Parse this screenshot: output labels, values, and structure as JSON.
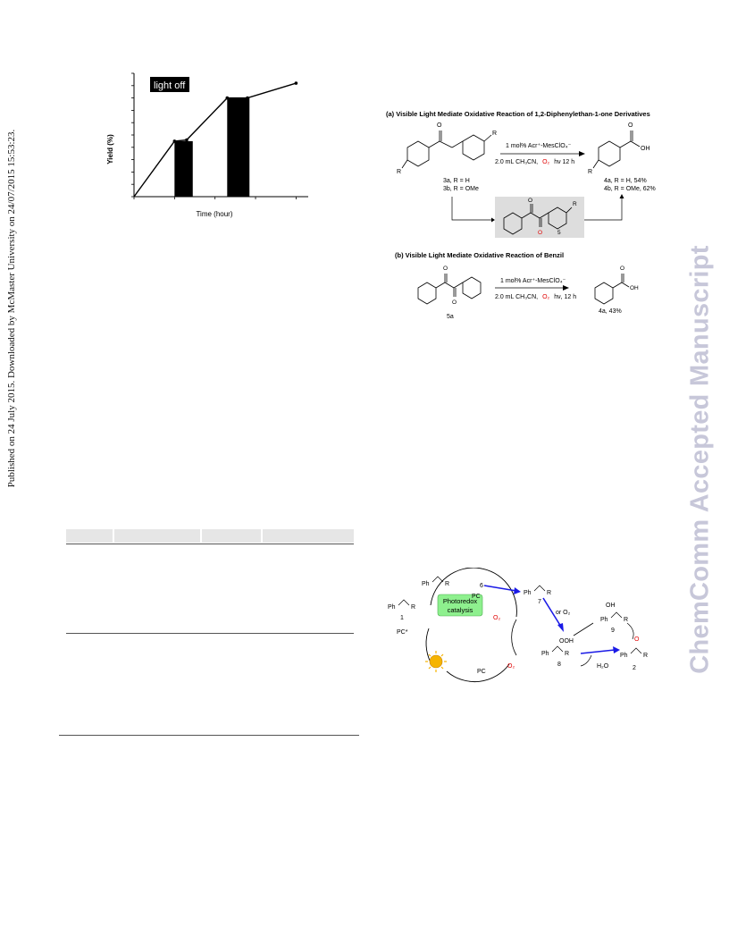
{
  "sidebar": {
    "text": "Published on 24 July 2015. Downloaded by McMaster University on 24/07/2015 15:53:23."
  },
  "watermark": {
    "text": "ChemComm Accepted Manuscript"
  },
  "chart_data": {
    "type": "line",
    "xlabel": "Time (hour)",
    "ylabel": "Yield (%)",
    "annotation": "light off",
    "x": [
      0,
      1,
      1.3,
      2.3,
      2.8,
      4.0
    ],
    "series": [
      {
        "values": [
          0,
          45,
          46,
          80,
          80,
          92
        ]
      }
    ],
    "bars": [
      {
        "x_start": 1.0,
        "x_end": 1.45,
        "height": 45
      },
      {
        "x_start": 2.3,
        "x_end": 2.85,
        "height": 80
      }
    ],
    "xlim": [
      0,
      4.3
    ],
    "ylim": [
      0,
      100
    ],
    "grid": false
  },
  "scheme_a": {
    "title": "(a) Visible Light Mediate Oxidative Reaction of 1,2-Diphenylethan-1-one Derivatives",
    "cond_top": "1 mol% Acr⁺-MesClO₄⁻",
    "cond_bottom_pre": "2.0 mL CH₃CN,",
    "o2": "O₂",
    "cond_bottom_post": "hν 12 h",
    "sub_3a": "3a, R = H",
    "sub_3b": "3b, R = OMe",
    "prod_4a": "4a, R = H, 54%",
    "prod_4b": "4b, R = OMe, 62%",
    "label_r": "R",
    "label_oh": "OH",
    "label_o": "O",
    "intermediate": "5"
  },
  "scheme_b": {
    "title": "(b) Visible Light Mediate Oxidative Reaction of Benzil",
    "cond_top": "1 mol% Acr⁺-MesClO₄⁻",
    "cond_bottom_pre": "2.0 mL CH₃CN,",
    "o2": "O₂",
    "cond_bottom_post": "hν, 12 h",
    "substrate": "5a",
    "product": "4a, 43%"
  },
  "mechanism": {
    "ph": "Ph",
    "r": "R",
    "n1": "1",
    "n2": "2",
    "n6": "6",
    "n7": "7",
    "n8": "8",
    "n9": "9",
    "pc": "PC",
    "pc_star": "PC*",
    "pc_minus": "PC",
    "catalysis_line1": "Photoredox",
    "catalysis_line2": "catalysis",
    "superoxide": "O₂",
    "or_o2": "or O₂",
    "o2": "O₂",
    "ooh": "OOH",
    "oh": "OH",
    "o": "O",
    "h2o": "H₂O"
  },
  "colors": {
    "oxygen": "#e00000",
    "arrow": "#1a1ae6",
    "catalysis_fill": "#8ef08e",
    "scheme_box": "#dddddd",
    "watermark": "#c7c7d9"
  }
}
